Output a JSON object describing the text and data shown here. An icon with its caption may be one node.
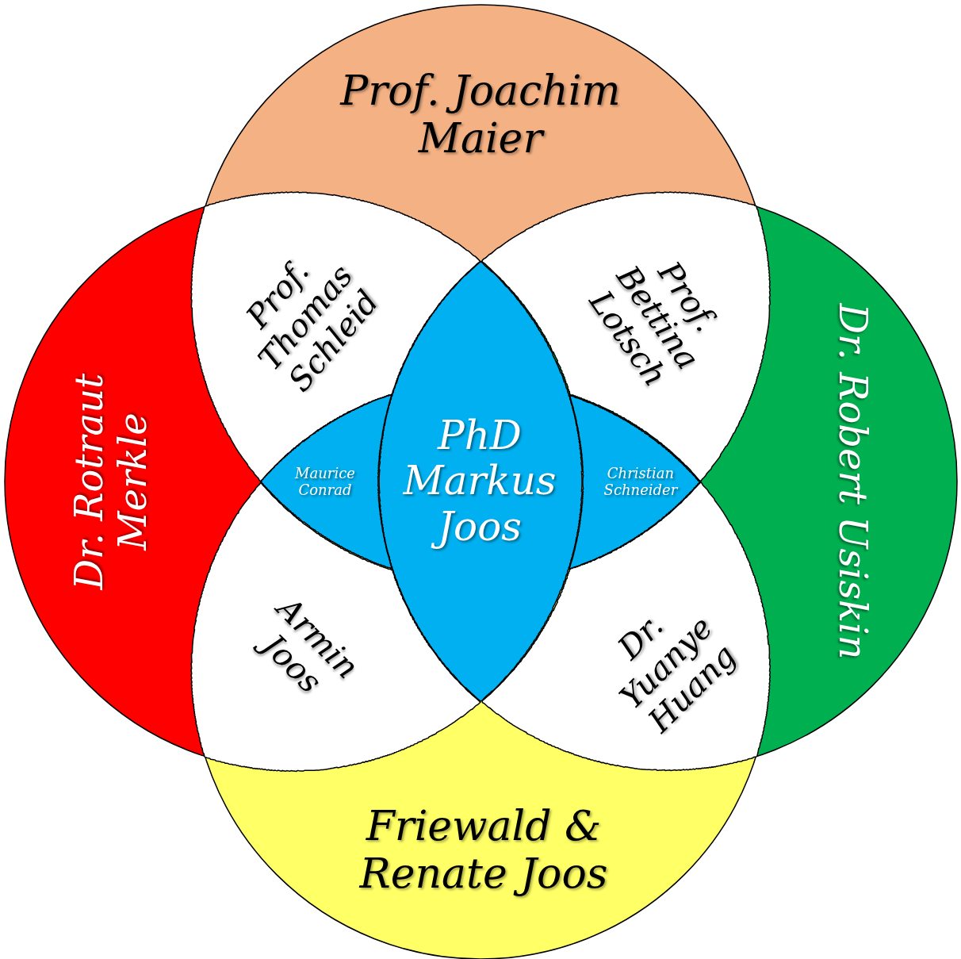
{
  "diagram": {
    "nodes": [
      {
        "text": [
          "Prof. Joachim Maier"
        ]
      },
      {
        "text": [
          "Dr. Rotraut Merkle"
        ]
      },
      {
        "text": [
          "Dr. Robert Usiskin"
        ]
      },
      {
        "text": [
          "Friewald & Renate Joos"
        ]
      },
      {
        "text": [
          "Prof. Thomas Schleid"
        ]
      },
      {
        "text": [
          "Prof. Bettina Lotsch"
        ]
      },
      {
        "text": [
          "Maurice Conrad"
        ]
      },
      {
        "text": [
          "PhD Markus Joos"
        ]
      },
      {
        "text": [
          "Christian Schneider"
        ]
      },
      {
        "text": [
          "Armin Joos"
        ]
      },
      {
        "text": [
          "Dr. Yuanye Huang"
        ]
      }
    ]
  }
}
